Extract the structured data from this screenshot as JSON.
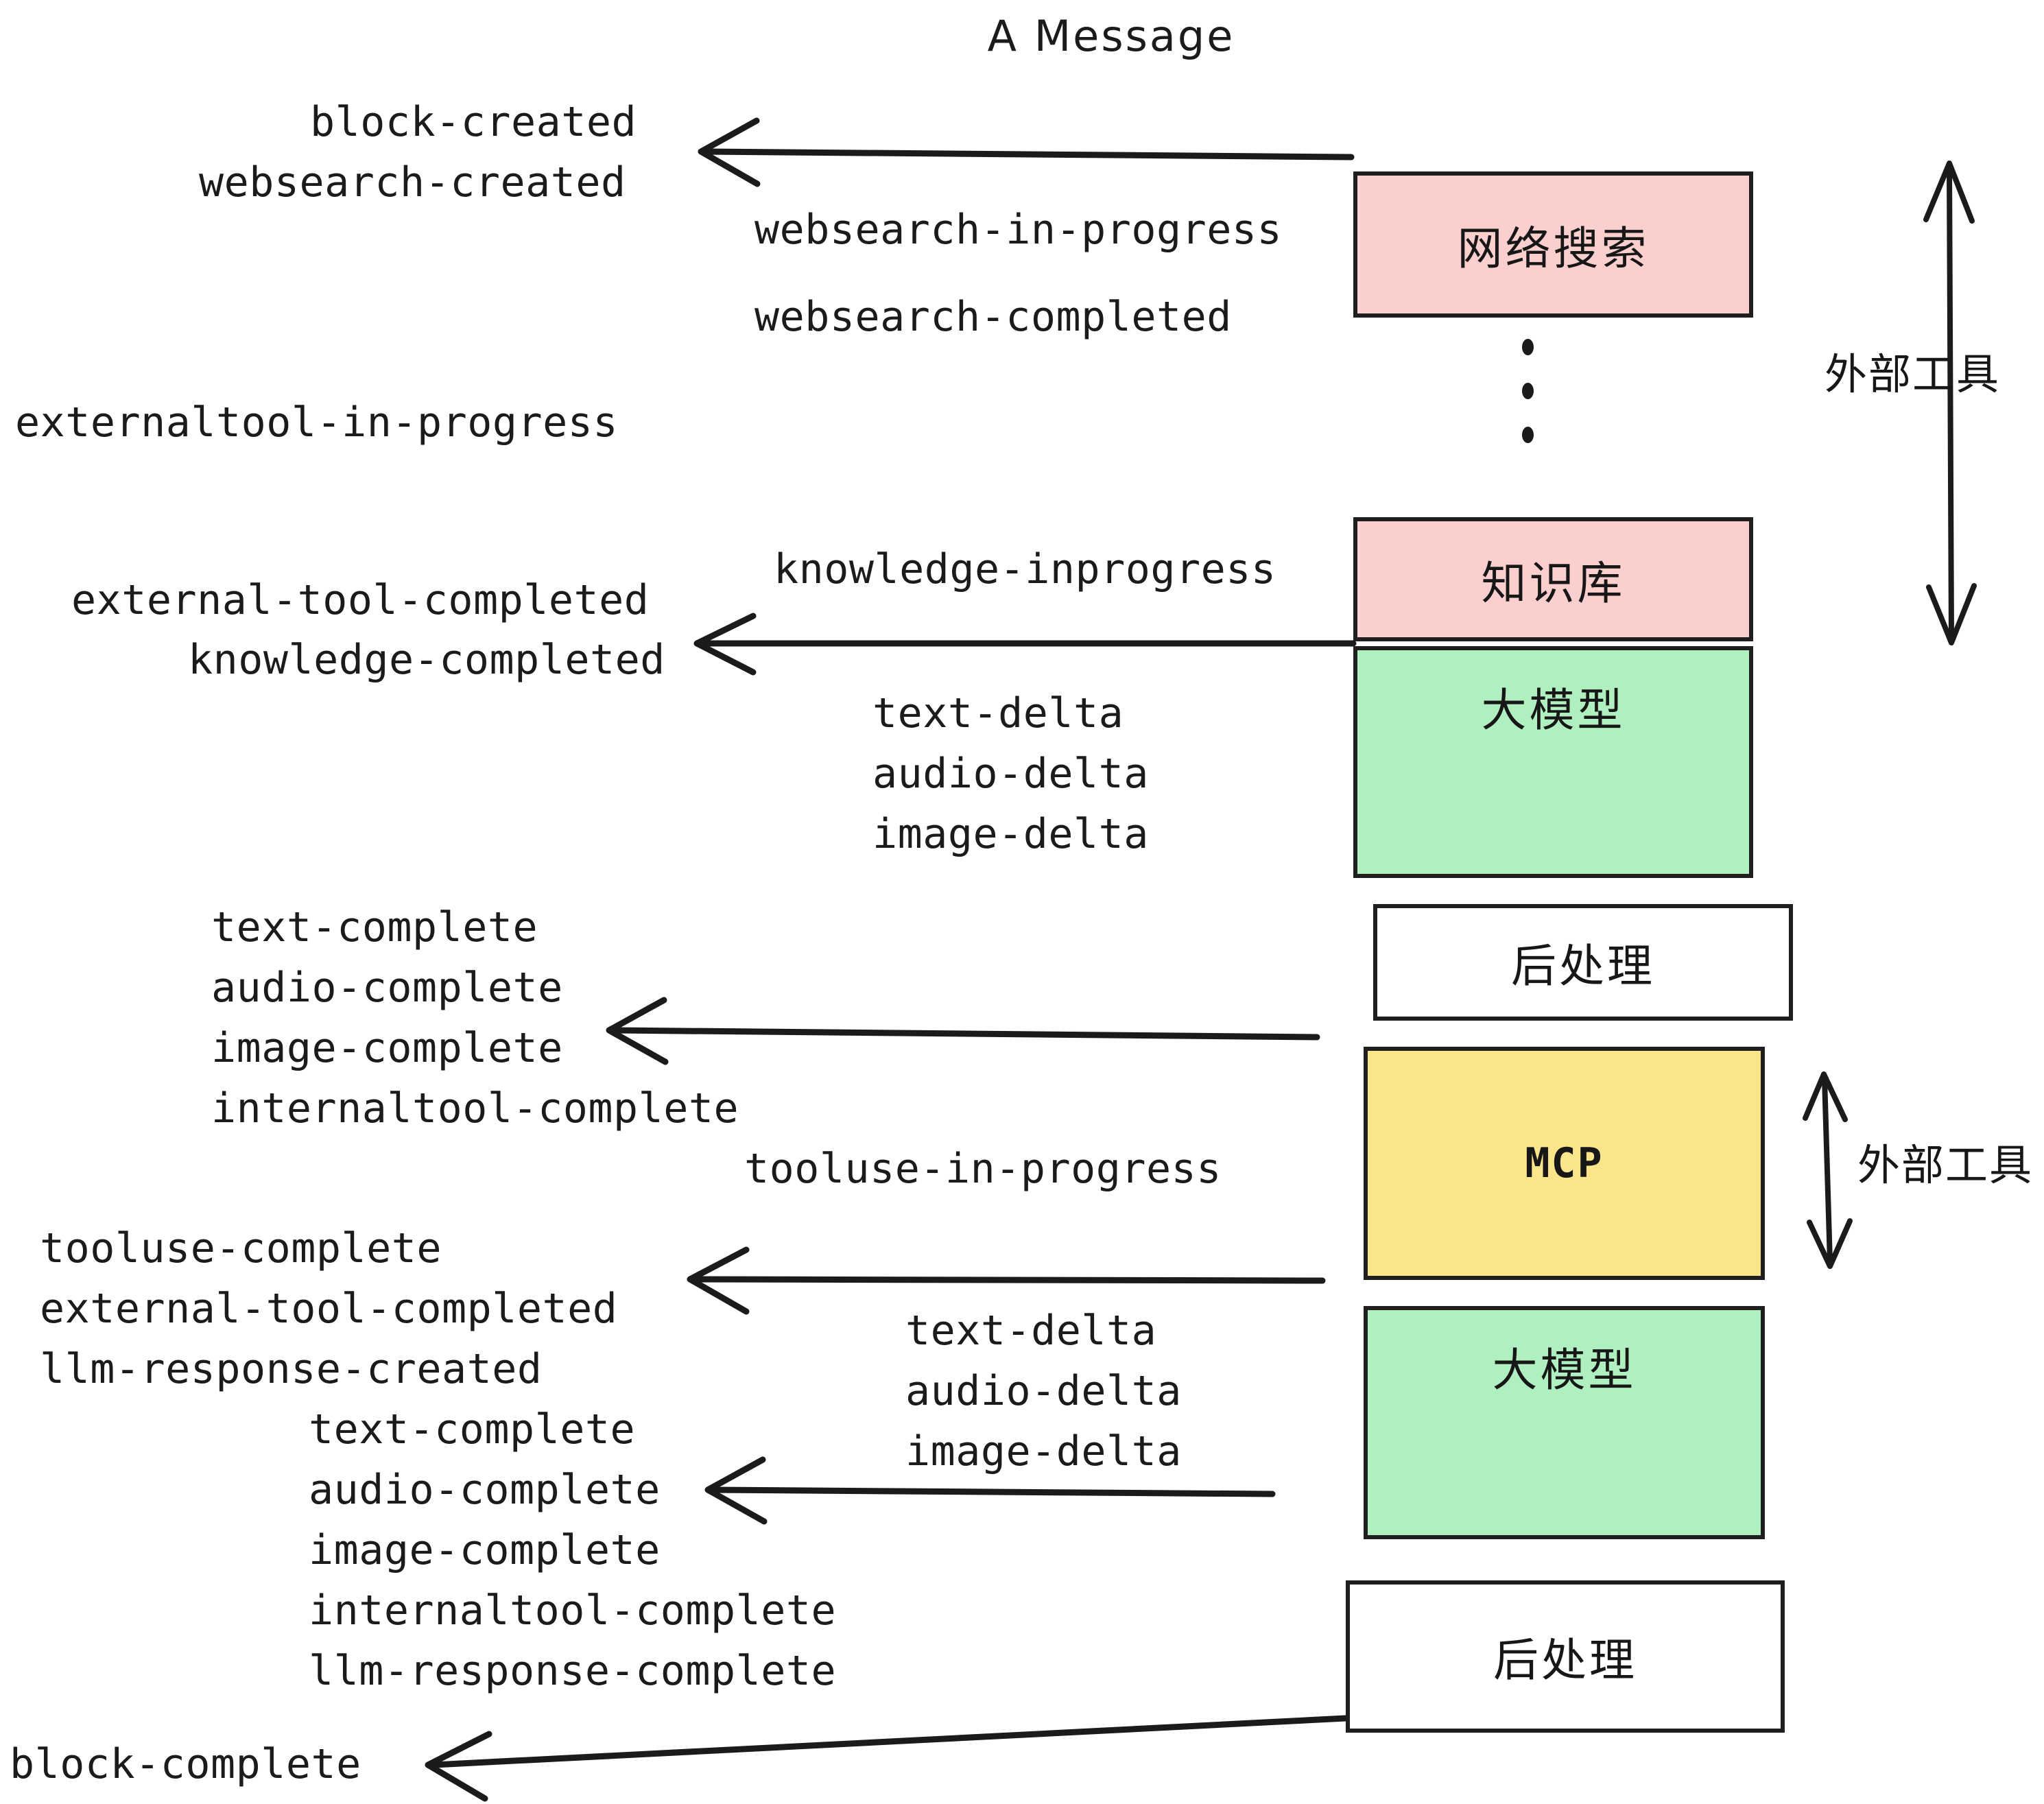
{
  "diagram": {
    "title": "A Message",
    "type": "event-stream-sequence-diagram"
  },
  "nodes": [
    {
      "id": "websearch",
      "label": "网络搜索",
      "fill": "#fccfcf",
      "stroke": "#1f1f1f"
    },
    {
      "id": "knowledge",
      "label": "知识库",
      "fill": "#fccfcf",
      "stroke": "#1f1f1f"
    },
    {
      "id": "llm-1",
      "label": "大模型",
      "fill": "#b0efc0",
      "stroke": "#1f1f1f"
    },
    {
      "id": "postproc-1",
      "label": "后处理",
      "fill": "#ffffff",
      "stroke": "#1f1f1f"
    },
    {
      "id": "mcp",
      "label": "MCP",
      "fill": "#fbe58b",
      "stroke": "#1f1f1f"
    },
    {
      "id": "llm-2",
      "label": "大模型",
      "fill": "#b0efc0",
      "stroke": "#1f1f1f"
    },
    {
      "id": "postproc-2",
      "label": "后处理",
      "fill": "#ffffff",
      "stroke": "#1f1f1f"
    }
  ],
  "side_brackets": [
    {
      "id": "external-tool-top",
      "label": "外部工具"
    },
    {
      "id": "external-tool-bottom",
      "label": "外部工具"
    }
  ],
  "events": {
    "block_created": "block-created",
    "websearch_created": "websearch-created",
    "websearch_in_progress": "websearch-in-progress",
    "websearch_completed": "websearch-completed",
    "externaltool_in_progress": "externaltool-in-progress",
    "knowledge_inprogress": "knowledge-inprogress",
    "external_tool_completed_1": "external-tool-completed",
    "knowledge_completed": "knowledge-completed",
    "text_delta_1": "text-delta",
    "audio_delta_1": "audio-delta",
    "image_delta_1": "image-delta",
    "text_complete_1": "text-complete",
    "audio_complete_1": "audio-complete",
    "image_complete_1": "image-complete",
    "internaltool_complete_1": "internaltool-complete",
    "tooluse_in_progress": "tooluse-in-progress",
    "tooluse_complete": "tooluse-complete",
    "external_tool_completed_2": "external-tool-completed",
    "llm_response_created": "llm-response-created",
    "text_delta_2": "text-delta",
    "audio_delta_2": "audio-delta",
    "image_delta_2": "image-delta",
    "text_complete_2": "text-complete",
    "audio_complete_2": "audio-complete",
    "image_complete_2": "image-complete",
    "internaltool_complete_2": "internaltool-complete",
    "llm_response_complete": "llm-response-complete",
    "block_complete": "block-complete"
  },
  "colors": {
    "ink": "#1b1b1b",
    "pink": "#fccfcf",
    "green": "#b0efc0",
    "yellow": "#fbe58b",
    "white": "#ffffff",
    "background": "#ffffff"
  }
}
